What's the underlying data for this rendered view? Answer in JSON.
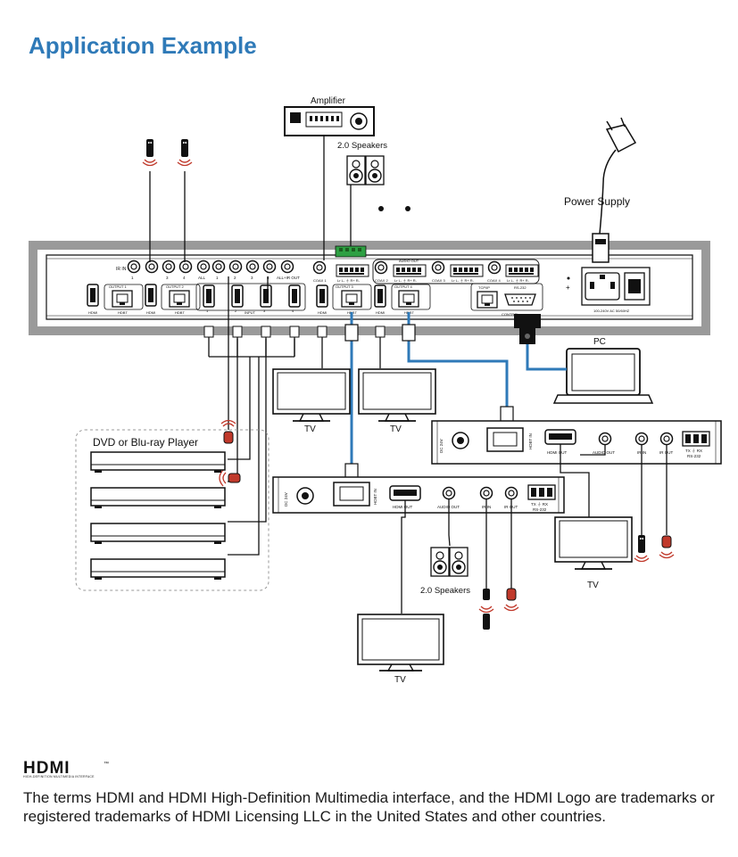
{
  "page": {
    "title": "Application Example"
  },
  "labels": {
    "amplifier": "Amplifier",
    "speakers_top": "2.0 Speakers",
    "speakers_bottom": "2.0 Speakers",
    "power_supply": "Power Supply",
    "pc": "PC",
    "tv": "TV",
    "dvd_player": "DVD or Blu-ray Player"
  },
  "matrix_panel": {
    "ir_in": "IR IN",
    "ports_top": [
      "1",
      "2",
      "3",
      "4",
      "ALL",
      "1",
      "2",
      "3",
      "4",
      "ALL+IR OUT"
    ],
    "coax1": "COAX 1",
    "coax2": "COAX 2",
    "coax3": "COAX 3",
    "coax4": "COAX 4",
    "audio_out": "AUDIO OUT",
    "lr": "Lr L- ⏚ R+ R-",
    "output1": "OUTPUT 1",
    "output2": "OUTPUT 2",
    "output3": "OUTPUT 3",
    "output4": "OUTPUT 4",
    "input": "INPUT",
    "input_nums": [
      "1",
      "2",
      "3",
      "4"
    ],
    "hdmi": "HDMI",
    "hdbt": "HDBT",
    "tcpip": "TCP/IP",
    "rs232": "RS-232",
    "control": "CONTROL",
    "power_rating": "100-240V AC 50/60HZ"
  },
  "receiver": {
    "dc": "DC 24V",
    "hdbt_in": "HDBT IN",
    "hdmi_out": "HDMI OUT",
    "audio_out": "AUDIO OUT",
    "ir_in": "IR IN",
    "ir_out": "IR OUT",
    "tx_rx": "TX ⏚ RX",
    "rs232": "RS-232"
  },
  "footer": {
    "logo_text": "HDMI",
    "logo_tm": "™",
    "logo_sub": "HIGH-DEFINITION MULTIMEDIA INTERFACE",
    "note": "The terms HDMI and HDMI High-Definition Multimedia interface, and the HDMI Logo are trademarks or registered trademarks of HDMI Licensing LLC in the United States and other countries."
  },
  "colors": {
    "title": "#2f7ab8",
    "hdbt_cable": "#2f7ab8",
    "ir_emitter": "#c0392b",
    "panel_frame": "#9a9a9a"
  }
}
